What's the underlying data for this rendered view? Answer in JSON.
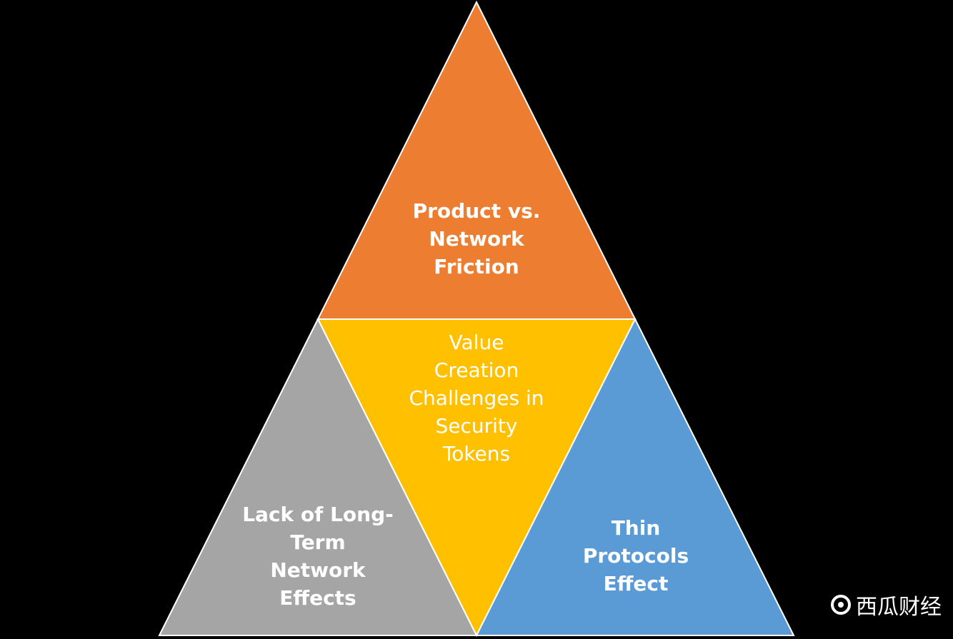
{
  "segments": {
    "top": {
      "lines": [
        "Product vs.",
        "Network",
        "Friction"
      ],
      "color": "#ED7D31"
    },
    "center": {
      "lines": [
        "Value",
        "Creation",
        "Challenges in",
        "Security",
        "Tokens"
      ],
      "color": "#FFC000"
    },
    "left": {
      "lines": [
        "Lack of Long-",
        "Term",
        "Network",
        "Effects"
      ],
      "color": "#A5A5A5"
    },
    "right": {
      "lines": [
        "Thin",
        "Protocols",
        "Effect"
      ],
      "color": "#5B9BD5"
    },
    "stroke": "#FFFFFF"
  },
  "watermark": {
    "text": "西瓜财经",
    "icon": "melon-logo-icon"
  }
}
